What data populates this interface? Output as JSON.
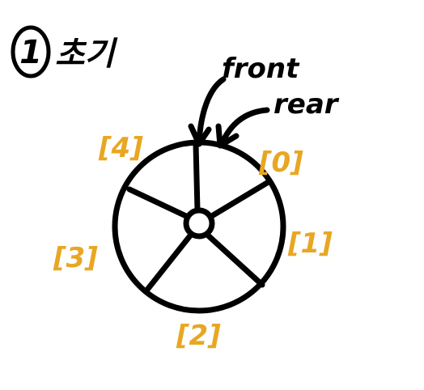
{
  "step": {
    "number": "1",
    "title": "초기"
  },
  "pointers": {
    "front": "front",
    "rear": "rear"
  },
  "slots": [
    {
      "index_label": "[0]"
    },
    {
      "index_label": "[1]"
    },
    {
      "index_label": "[2]"
    },
    {
      "index_label": "[3]"
    },
    {
      "index_label": "[4]"
    }
  ],
  "colors": {
    "ink": "#000000",
    "index_label": "#E8A723",
    "background": "#FFFFFF"
  }
}
